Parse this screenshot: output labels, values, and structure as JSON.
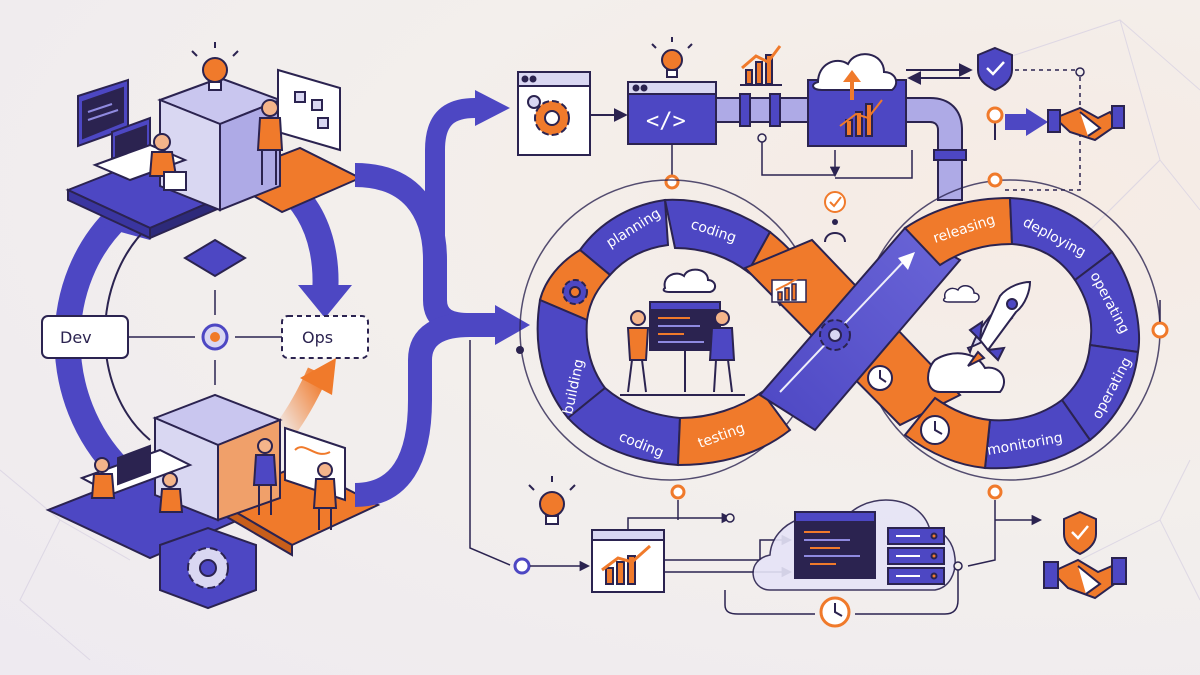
{
  "diagram": {
    "left_loop": {
      "dev_label": "Dev",
      "ops_label": "Ops"
    },
    "infinity_stages": {
      "planning": "planning",
      "coding_top": "coding",
      "coding_bottom": "coding",
      "building": "building",
      "testing": "testing",
      "releasing": "releasing",
      "deploying": "deploying",
      "operating_top": "operating",
      "operating_bottom": "operating",
      "monitoring": "monitoring"
    },
    "colors": {
      "primary": "#4d47c3",
      "primary_dark": "#3a35a0",
      "accent": "#f07a2b",
      "outline": "#2b2350",
      "light": "#d9d7f2",
      "background": "#f3efec"
    },
    "icons": [
      "lightbulb-icon",
      "gear-icon",
      "code-icon",
      "bar-chart-icon",
      "cloud-upload-icon",
      "shield-check-icon",
      "handshake-icon",
      "rocket-icon",
      "clock-icon",
      "server-icon",
      "terminal-icon",
      "cloud-icon"
    ]
  }
}
